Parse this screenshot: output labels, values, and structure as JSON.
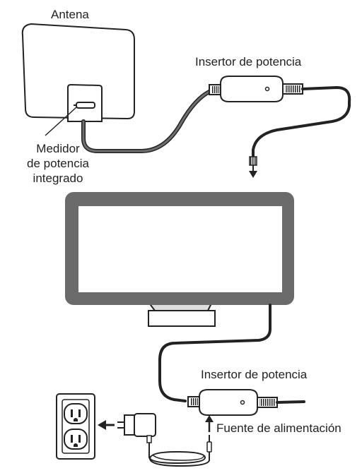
{
  "labels": {
    "antenna": "Antena",
    "top_inserter": "Insertor de potencia",
    "meter_line1": "Medidor",
    "meter_line2": "de potencia",
    "meter_line3": "integrado",
    "bottom_inserter": "Insertor de potencia",
    "power_supply": "Fuente de alimentación"
  },
  "colors": {
    "outline": "#222222",
    "cable": "#222222",
    "cable_gray": "#6e6e6e",
    "tv_bezel": "#6b6b6b",
    "screen": "#ffffff"
  },
  "icons": {
    "connector_down": "arrow-down-icon",
    "connector_up": "arrow-up-icon",
    "outlet_arrow": "arrow-left-icon",
    "outlet": "wall-outlet-icon",
    "adapter": "power-adapter-icon"
  }
}
